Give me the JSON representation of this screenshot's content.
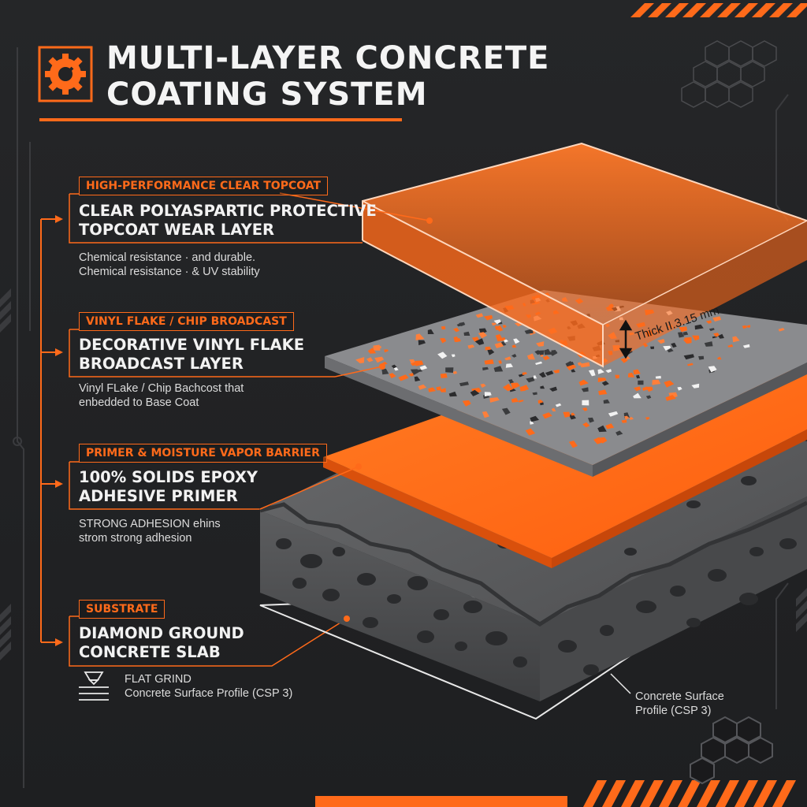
{
  "title": {
    "line1": "MULTI-LAYER CONCRETE",
    "line2": "COATING SYSTEM",
    "icon": "gear-tool-icon"
  },
  "layers": [
    {
      "tag": "HIGH-PERFORMANCE CLEAR TOPCOAT",
      "heading1": "CLEAR POLYASPARTIC PROTECTIVE",
      "heading2": "TOPCOAT WEAR LAYER",
      "desc1": "Chemical resistance · and durable.",
      "desc2": "Chemical resistance · & UV stability"
    },
    {
      "tag": "VINYL FLAKE / CHIP BROADCAST",
      "heading1": "DECORATIVE VINYL FLAKE",
      "heading2": "BROADCAST LAYER",
      "desc1": "Vinyl FLake / Chip Bachcost that",
      "desc2": "enbedded to Base Coat"
    },
    {
      "tag": "PRIMER & MOISTURE VAPOR BARRIER",
      "heading1": "100% SOLIDS EPOXY",
      "heading2": "ADHESIVE PRIMER",
      "desc1": "STRONG ADHESION ehins",
      "desc2": "strom strong adhesion"
    },
    {
      "tag": "SUBSTRATE",
      "heading1": "DIAMOND GROUND",
      "heading2": "CONCRETE SLAB",
      "desc1": "FLAT GRIND",
      "desc2": "Concrete Surface Profile (CSP 3)"
    }
  ],
  "thickness_label": "Thick II.3.15 mm",
  "profile_callout": {
    "line1": "Concrete Surface",
    "line2": "Profile (CSP 3)"
  },
  "colors": {
    "accent": "#ff6a1a",
    "background": "#222325",
    "concrete": "#5a5b5d",
    "text": "#f2f2f2"
  }
}
